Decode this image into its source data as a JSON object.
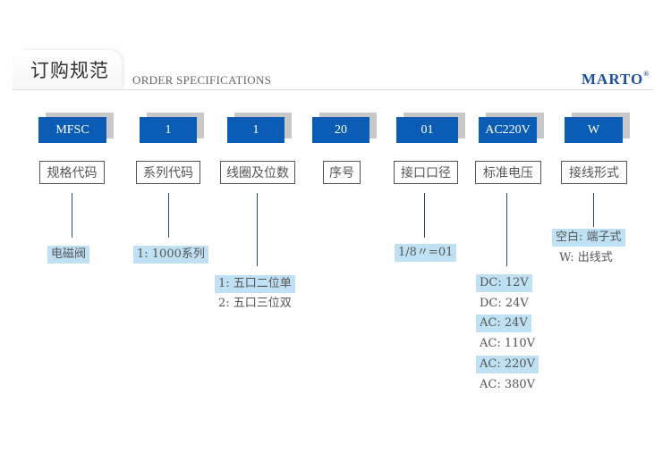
{
  "header": {
    "title": "订购规范",
    "subtitle": "ORDER SPECIFICATIONS",
    "brand": "MARTO",
    "brand_mark": "®",
    "brand_color": "#1f4fa0"
  },
  "colors": {
    "code_box": "#0b5cb4",
    "code_shadow": "#c8c8c8",
    "highlight": "#bfe1f3"
  },
  "codes": [
    {
      "code": "MFSC",
      "label": "规格代码",
      "options": [
        {
          "text": "电磁阀",
          "highlight": true
        }
      ]
    },
    {
      "code": "1",
      "label": "系列代码",
      "options": [
        {
          "text": "1: 1000系列",
          "highlight": true
        }
      ]
    },
    {
      "code": "1",
      "label": "线圈及位数",
      "options": [
        {
          "text": "1: 五口二位单",
          "highlight": true
        },
        {
          "text": "2: 五口三位双",
          "highlight": false
        }
      ]
    },
    {
      "code": "20",
      "label": "序号",
      "options": []
    },
    {
      "code": "01",
      "label": "接口口径",
      "options": [
        {
          "text": "1/8〃=01",
          "highlight": true
        }
      ]
    },
    {
      "code": "AC220V",
      "label": "标准电压",
      "options": [
        {
          "text": "DC: 12V",
          "highlight": true
        },
        {
          "text": "DC: 24V",
          "highlight": false
        },
        {
          "text": "AC: 24V",
          "highlight": true
        },
        {
          "text": "AC: 110V",
          "highlight": false
        },
        {
          "text": "AC: 220V",
          "highlight": true
        },
        {
          "text": "AC: 380V",
          "highlight": false
        }
      ]
    },
    {
      "code": "W",
      "label": "接线形式",
      "options": [
        {
          "text": "空白: 端子式",
          "highlight": true
        },
        {
          "text": "W: 出线式",
          "highlight": false
        }
      ]
    }
  ]
}
